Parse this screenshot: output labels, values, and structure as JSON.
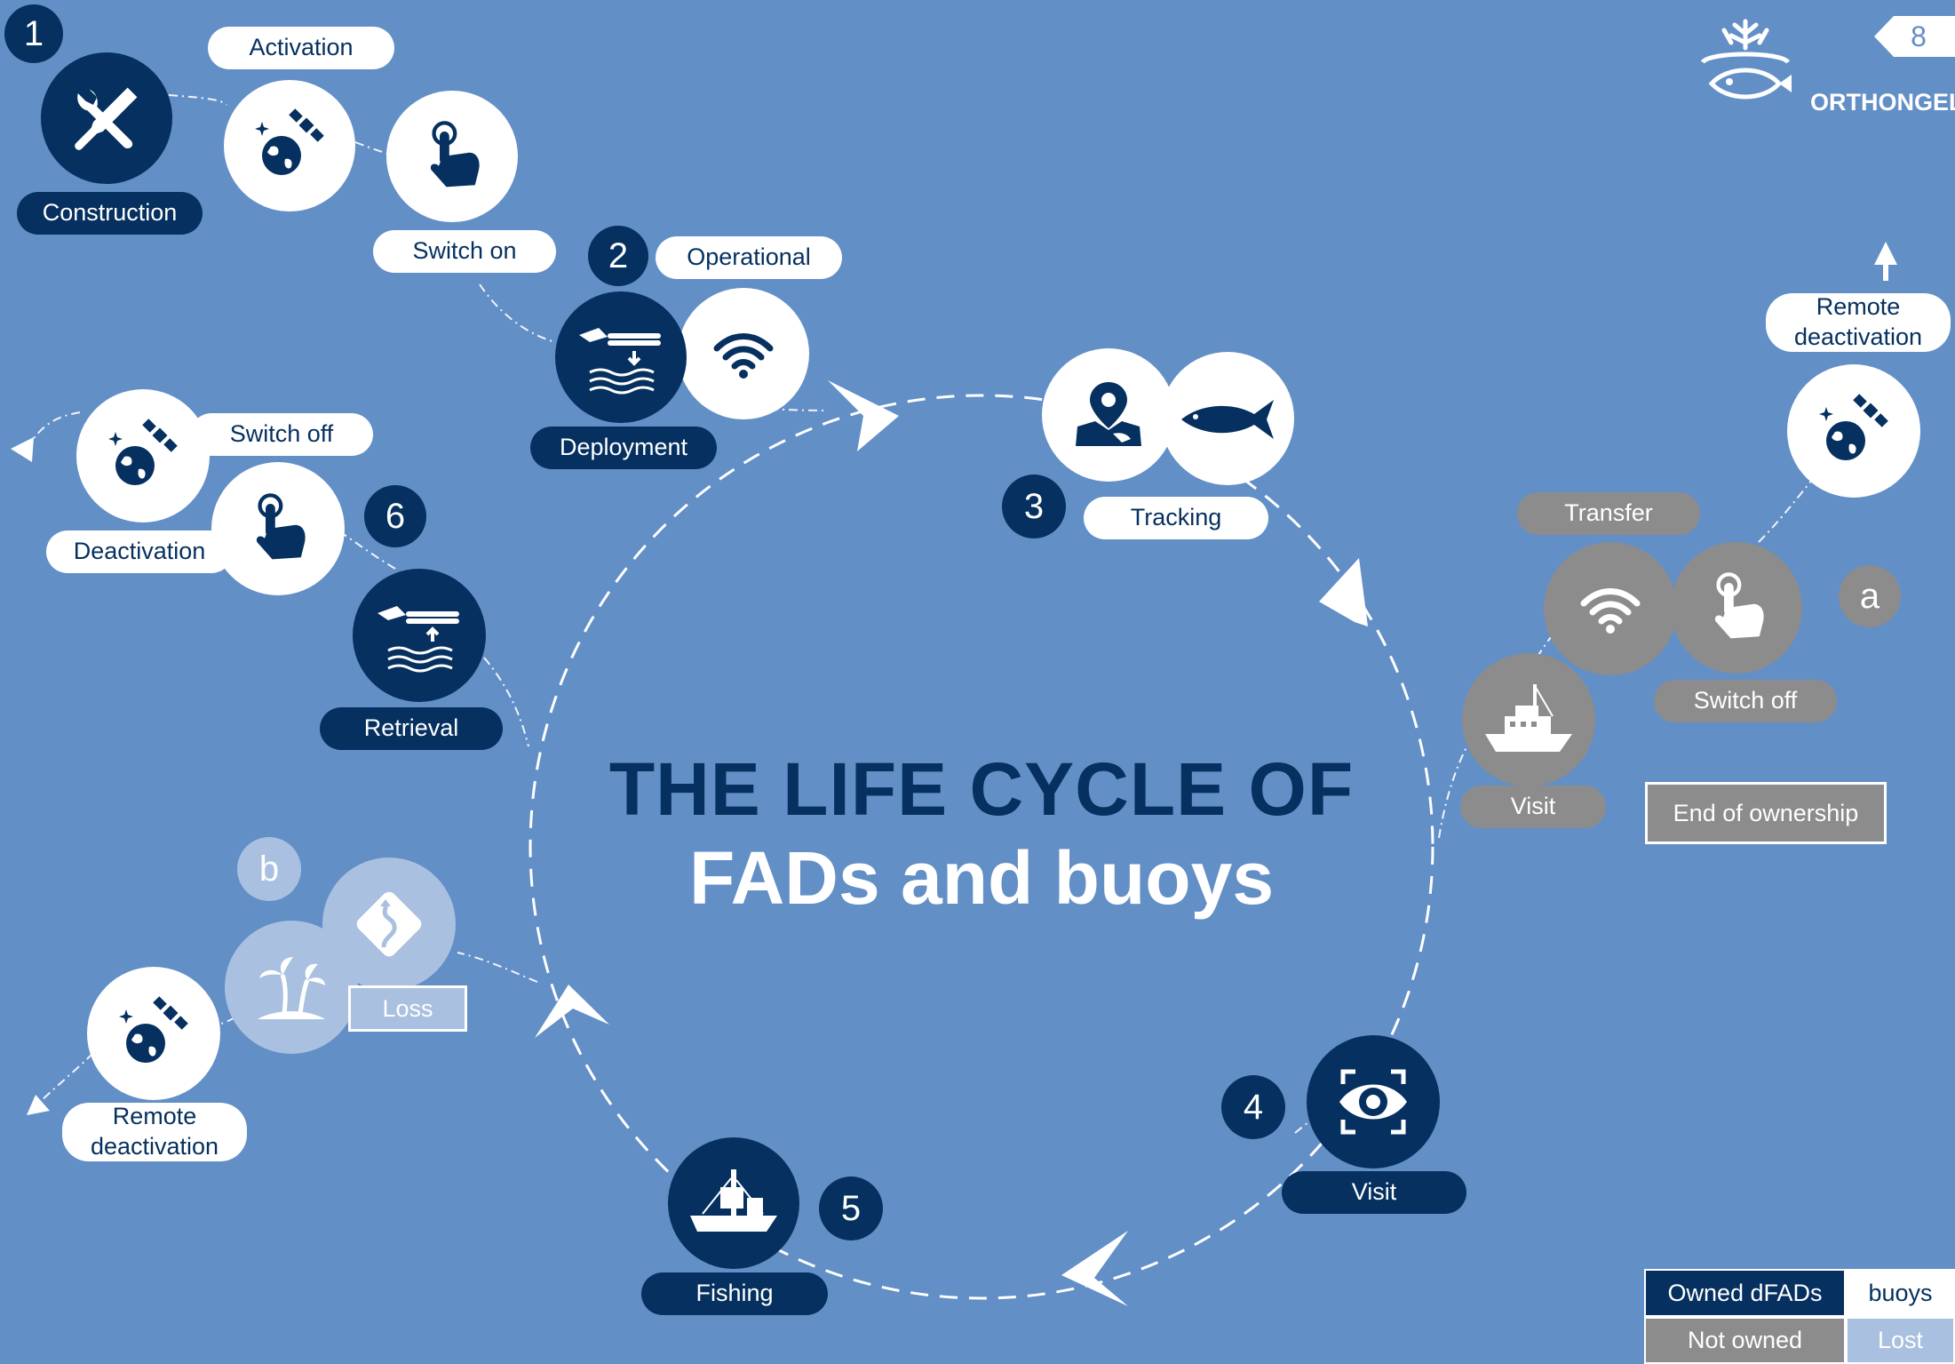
{
  "title": {
    "line1": "THE LIFE CYCLE OF",
    "line2": "FADs and buoys"
  },
  "page_badge": "8",
  "logo_text": "ORTHONGEL",
  "steps": {
    "s1": {
      "number": "1",
      "label": "Construction",
      "activation": "Activation",
      "switch_on": "Switch on"
    },
    "s2": {
      "number": "2",
      "label": "Deployment",
      "status": "Operational"
    },
    "s3": {
      "number": "3",
      "label": "Tracking"
    },
    "s4": {
      "number": "4",
      "label": "Visit"
    },
    "s5": {
      "number": "5",
      "label": "Fishing"
    },
    "s6": {
      "number": "6",
      "label": "Retrieval",
      "switch_off": "Switch off",
      "deactivation": "Deactivation"
    }
  },
  "branch_a": {
    "letter": "a",
    "transfer": "Transfer",
    "switch_off": "Switch off",
    "visit": "Visit",
    "end": "End of ownership",
    "remote_deactivation": "Remote deactivation"
  },
  "branch_b": {
    "letter": "b",
    "loss": "Loss",
    "remote_deactivation": "Remote deactivation"
  },
  "legend": {
    "owned": "Owned dFADs",
    "buoys": "buoys",
    "not_owned": "Not owned",
    "lost": "Lost"
  },
  "colors": {
    "background": "#638fc7",
    "owned": "#05305f",
    "not_owned": "#8c8c8c",
    "lost": "#a9c0e0",
    "buoy": "#ffffff"
  },
  "icons": [
    "wrench-screwdriver-icon",
    "satellite-earth-icon",
    "hand-touch-icon",
    "fad-deployment-icon",
    "wifi-icon",
    "map-pin-icon",
    "tuna-fish-icon",
    "eye-scan-icon",
    "purse-seiner-icon",
    "fad-retrieval-icon",
    "boat-icon",
    "palm-island-icon",
    "winding-road-sign-icon",
    "arrow-icon",
    "orthongel-logo-icon"
  ]
}
